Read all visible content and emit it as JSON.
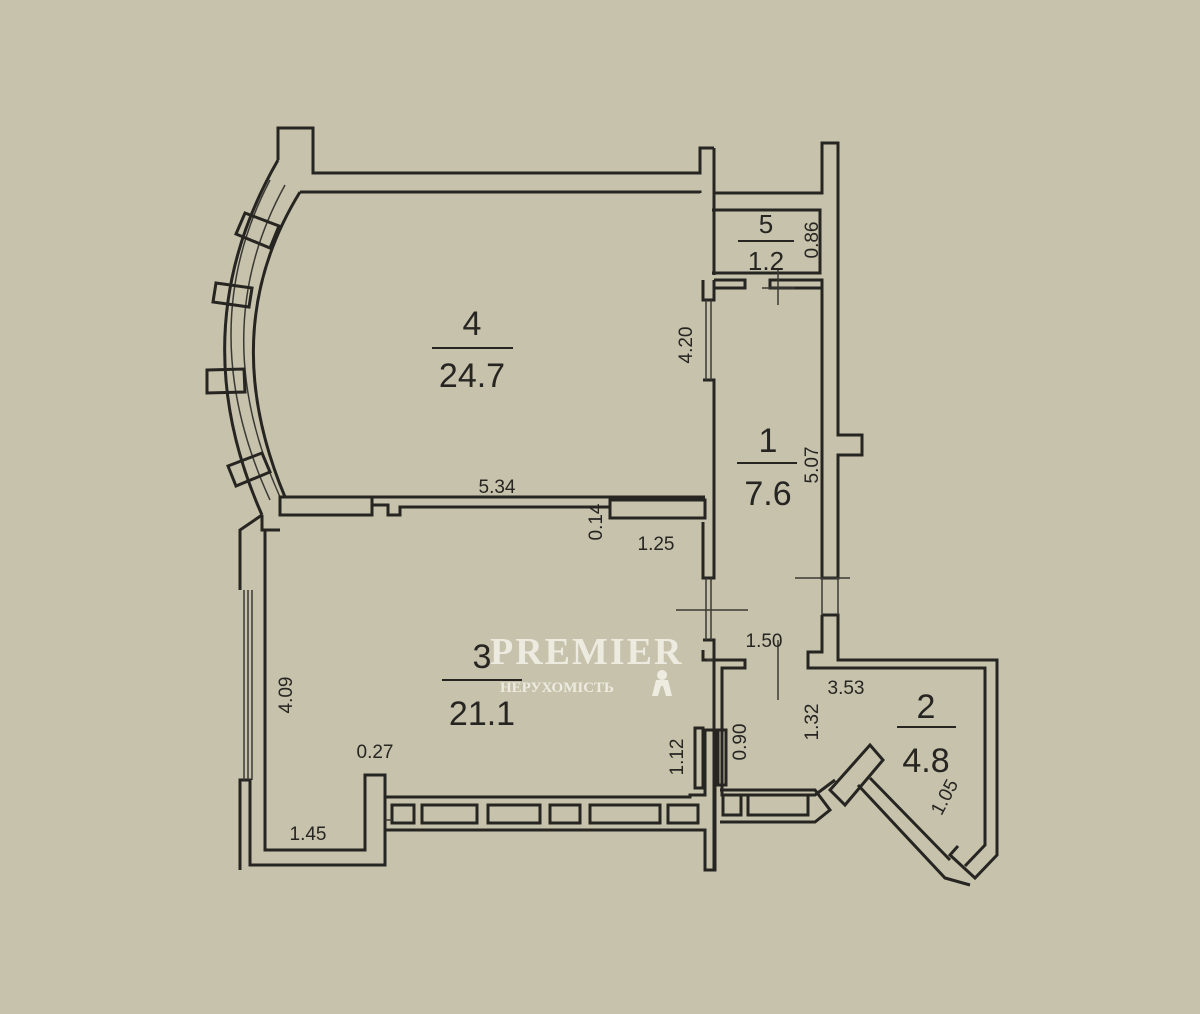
{
  "rooms": [
    {
      "number": "4",
      "area": "24.7"
    },
    {
      "number": "5",
      "area": "1.2"
    },
    {
      "number": "1",
      "area": "7.6"
    },
    {
      "number": "3",
      "area": "21.1"
    },
    {
      "number": "2",
      "area": "4.8"
    }
  ],
  "dimensions": {
    "d_5_34": "5.34",
    "d_4_20": "4.20",
    "d_0_86": "0.86",
    "d_5_07": "5.07",
    "d_0_14": "0.14",
    "d_1_25": "1.25",
    "d_1_50": "1.50",
    "d_3_53": "3.53",
    "d_1_32": "1.32",
    "d_0_90": "0.90",
    "d_1_12": "1.12",
    "d_1_05": "1.05",
    "d_4_09": "4.09",
    "d_0_27": "0.27",
    "d_1_45": "1.45"
  },
  "watermark": {
    "brand": "PREMIER",
    "subtitle": "НЕРУХОМІСТЬ"
  },
  "colors": {
    "paper": "#c6c2ab",
    "ink": "#262522"
  }
}
